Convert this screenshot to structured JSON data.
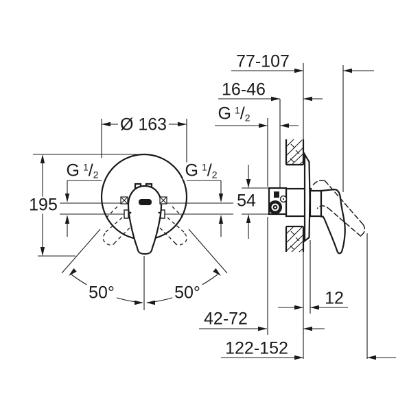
{
  "front_view": {
    "diameter": "Ø 163",
    "height": "195",
    "angle_left": "50°",
    "angle_right": "50°",
    "thread_left": {
      "prefix": "G",
      "numerator": "1",
      "slash": "/",
      "denominator": "2"
    },
    "thread_right": {
      "prefix": "G",
      "numerator": "1",
      "slash": "/",
      "denominator": "2"
    }
  },
  "side_view": {
    "thread": {
      "prefix": "G",
      "numerator": "1",
      "slash": "/",
      "denominator": "2"
    },
    "handle_projection": "77-107",
    "installation_depth": "16-46",
    "outlet_to_center": "54",
    "escutcheon_thickness": "12",
    "outlet_to_wall": "42-72",
    "total_projection": "122-152"
  },
  "colors": {
    "line": "#1a1a1a",
    "background": "#ffffff"
  }
}
